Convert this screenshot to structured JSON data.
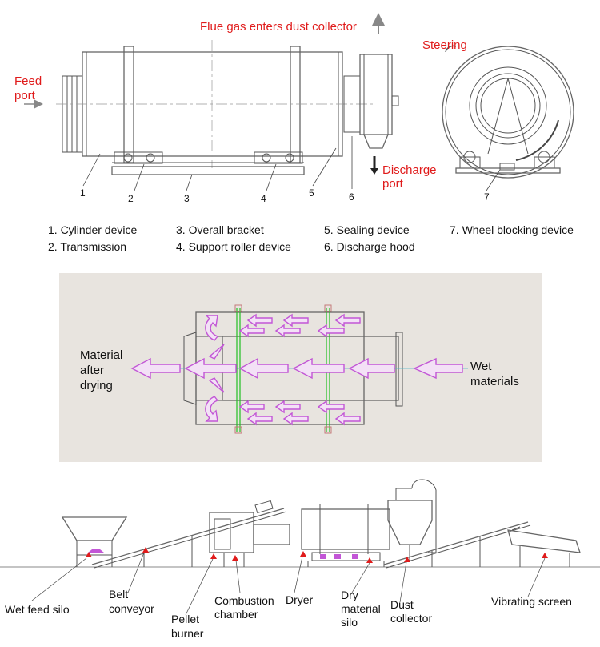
{
  "top": {
    "flue_gas": "Flue gas enters dust collector",
    "feed_port_1": "Feed",
    "feed_port_2": "port",
    "discharge_port_1": "Discharge",
    "discharge_port_2": "port",
    "steering": "Steering",
    "numbers": [
      "1",
      "2",
      "3",
      "4",
      "5",
      "6",
      "7"
    ],
    "legend": [
      "1. Cylinder device",
      "2. Transmission",
      "3. Overall bracket",
      "4. Support roller device",
      "5. Sealing device",
      "6. Discharge hood",
      "7. Wheel blocking device"
    ]
  },
  "middle": {
    "left_label": [
      "Material",
      "after",
      "drying"
    ],
    "right_label": [
      "Wet",
      "materials"
    ]
  },
  "bottom": {
    "labels": {
      "wet_feed_silo": "Wet feed silo",
      "belt_conveyor": [
        "Belt",
        "conveyor"
      ],
      "pellet_burner": [
        "Pellet",
        "burner"
      ],
      "combustion_chamber": [
        "Combustion",
        "chamber"
      ],
      "dryer": "Dryer",
      "dry_material_silo": [
        "Dry",
        "material",
        "silo"
      ],
      "dust_collector": [
        "Dust",
        "collector"
      ],
      "vibrating_screen": "Vibrating screen"
    }
  },
  "colors": {
    "label_red": "#e01b1b",
    "arrow_pink": "#c256d6",
    "bracket_green": "#22c022",
    "panel_bg": "#e8e4df"
  }
}
